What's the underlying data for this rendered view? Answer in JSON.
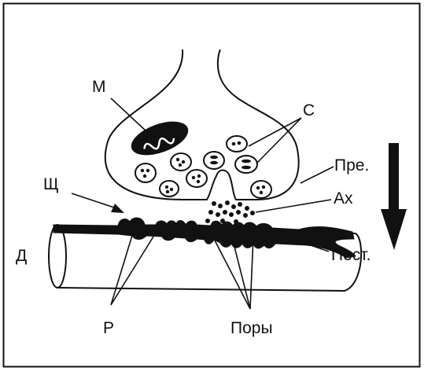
{
  "labels": {
    "mitochondrion": "М",
    "vesicles": "С",
    "cleft": "Щ",
    "presynaptic": "Пре.",
    "acetylcholine": "Ах",
    "dendrite": "Д",
    "postsynaptic": "Пост.",
    "receptors": "Р",
    "pores": "Поры"
  },
  "colors": {
    "ink": "#111111",
    "background": "#ffffff"
  },
  "icons": {
    "direction": "down-arrow-icon"
  }
}
